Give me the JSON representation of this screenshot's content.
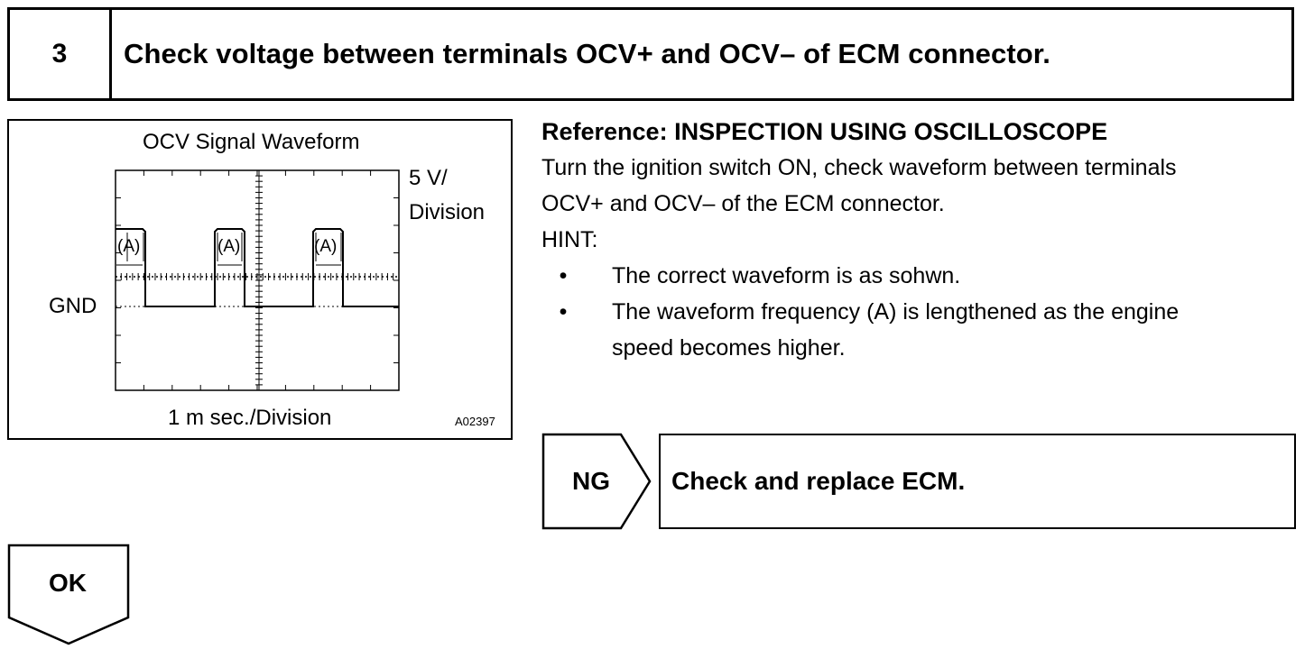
{
  "step": {
    "number": "3",
    "title": "Check voltage between terminals OCV+ and OCV– of ECM connector."
  },
  "figure": {
    "title": "OCV Signal Waveform",
    "v_scale_line1": "5 V/",
    "v_scale_line2": "Division",
    "gnd_label": "GND",
    "time_scale": "1 m sec./Division",
    "pulse_label": "(A)",
    "code": "A02397"
  },
  "reference": {
    "heading": "Reference: INSPECTION USING OSCILLOSCOPE",
    "body_line1": "Turn the ignition switch ON, check waveform between terminals",
    "body_line2": "OCV+ and OCV– of the ECM connector.",
    "hint_label": "HINT:",
    "bullet_symbol": "•",
    "bullet1": "The correct waveform is as sohwn.",
    "bullet2_line1": "The waveform frequency (A) is lengthened as the engine",
    "bullet2_line2": "speed becomes higher."
  },
  "ng": {
    "label": "NG",
    "action": "Check and replace ECM."
  },
  "ok": {
    "label": "OK"
  }
}
